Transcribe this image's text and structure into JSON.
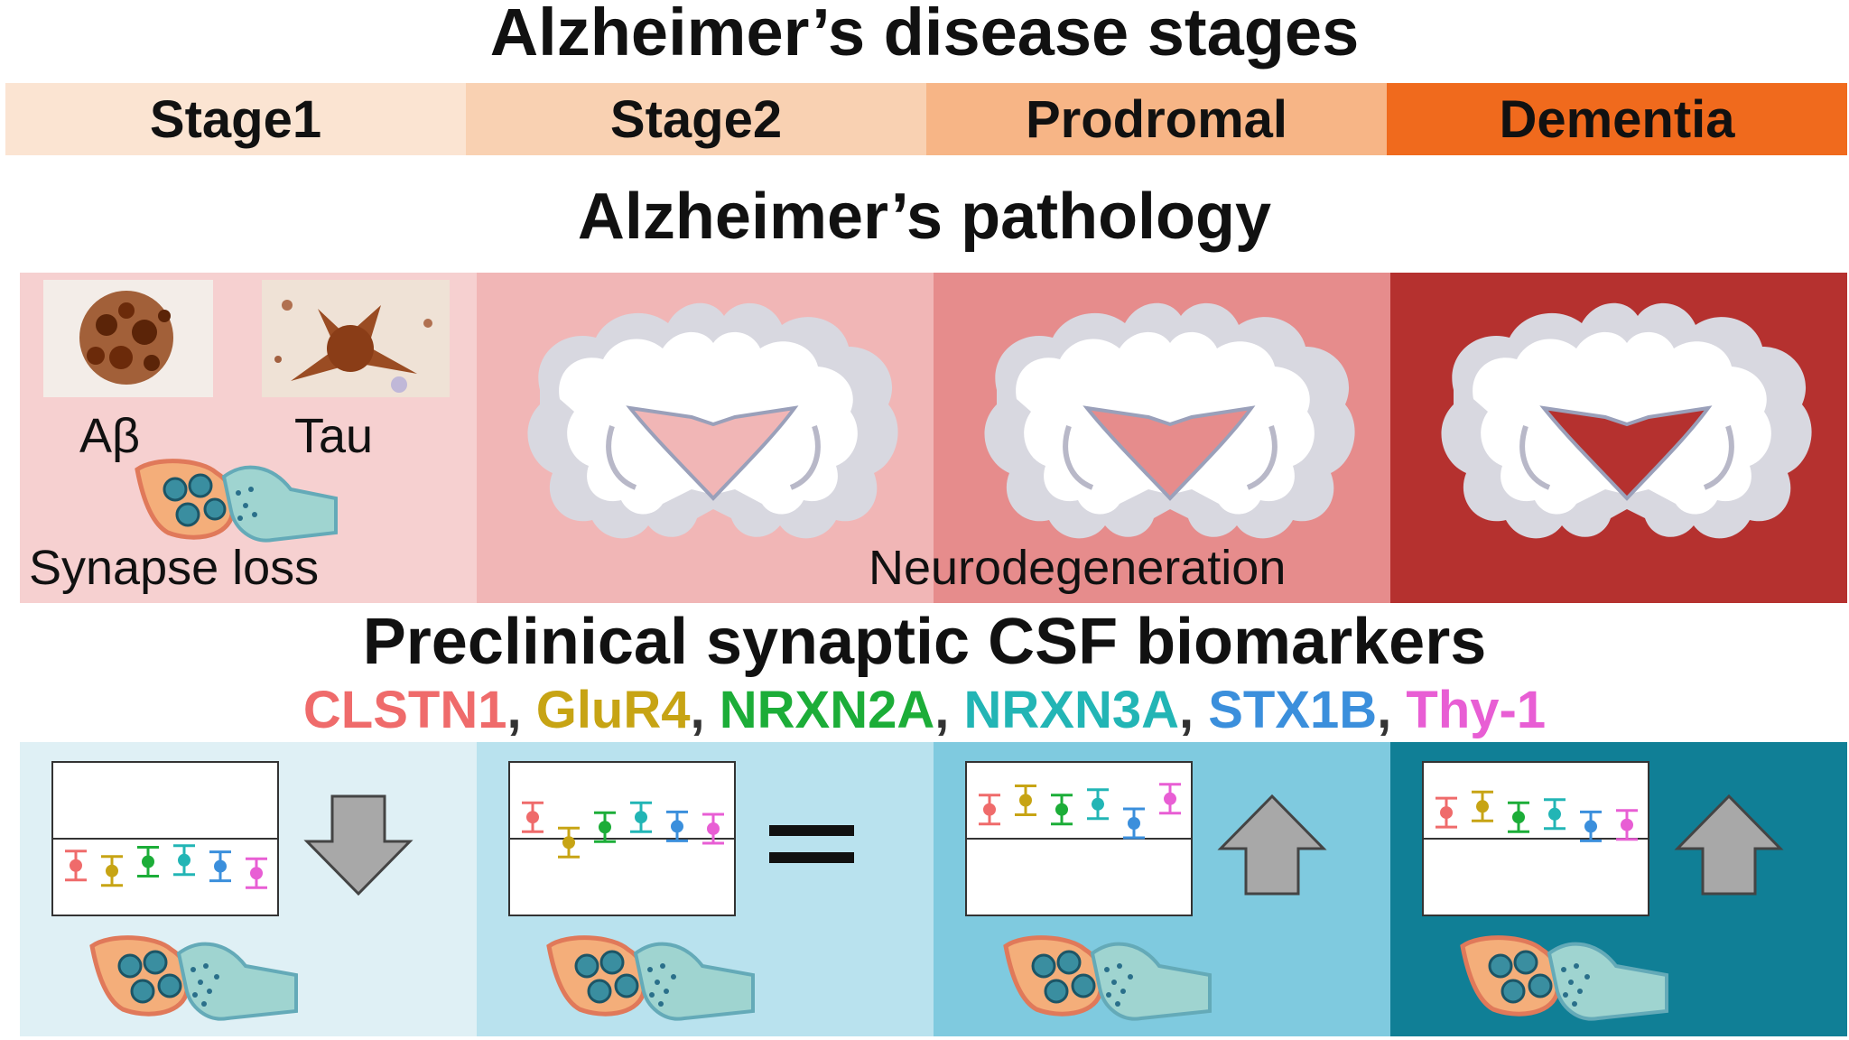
{
  "titles": {
    "stages": "Alzheimer’s disease stages",
    "pathology": "Alzheimer’s pathology",
    "biomarkers": "Preclinical synaptic CSF biomarkers"
  },
  "stages": [
    {
      "label": "Stage1",
      "color": "#fbe4d2"
    },
    {
      "label": "Stage2",
      "color": "#f9d1b2"
    },
    {
      "label": "Prodromal",
      "color": "#f7b586"
    },
    {
      "label": "Dementia",
      "color": "#f06a1d"
    }
  ],
  "pathology": {
    "panel_colors": [
      "#f6d0d0",
      "#f1b6b6",
      "#e68c8c",
      "#b5312f"
    ],
    "labels": {
      "abeta": "Aβ",
      "tau": "Tau",
      "synapse_loss": "Synapse loss",
      "neurodegeneration": "Neurodegeneration"
    }
  },
  "biomarkers": {
    "names": [
      "CLSTN1",
      "GluR4",
      "NRXN2A",
      "NRXN3A",
      "STX1B",
      "Thy-1"
    ],
    "colors": [
      "#ef6b6b",
      "#c7a414",
      "#1cad38",
      "#22b5b5",
      "#3b8fdc",
      "#e85ed4"
    ],
    "separator": ", ",
    "panel_colors": [
      "#dff0f5",
      "#b9e2ee",
      "#7fcadf",
      "#107f96"
    ],
    "panels": [
      {
        "change": "decrease",
        "values": [
          -0.35,
          -0.42,
          -0.3,
          -0.28,
          -0.36,
          -0.45
        ]
      },
      {
        "change": "equal",
        "values": [
          0.28,
          -0.05,
          0.15,
          0.28,
          0.16,
          0.13
        ]
      },
      {
        "change": "increase",
        "values": [
          0.38,
          0.5,
          0.38,
          0.45,
          0.2,
          0.52
        ]
      },
      {
        "change": "increase",
        "values": [
          0.34,
          0.42,
          0.28,
          0.32,
          0.16,
          0.18
        ]
      }
    ]
  }
}
